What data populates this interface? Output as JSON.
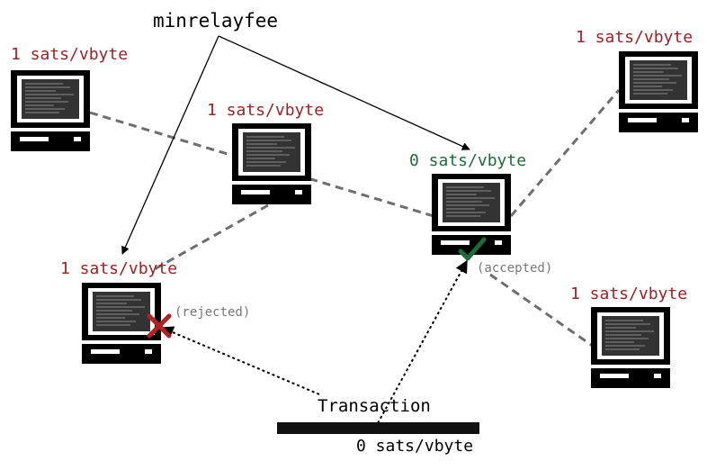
{
  "title": "minrelayfee",
  "transaction": {
    "label": "Transaction",
    "fee": "0 sats/vbyte"
  },
  "nodes": {
    "top_left": {
      "fee": "1 sats/vbyte"
    },
    "middle": {
      "fee": "1 sats/vbyte"
    },
    "top_right": {
      "fee": "1 sats/vbyte"
    },
    "center_right": {
      "fee": "0 sats/vbyte",
      "status": "(accepted)"
    },
    "left": {
      "fee": "1 sats/vbyte",
      "status": "(rejected)"
    },
    "bottom_right": {
      "fee": "1 sats/vbyte"
    }
  },
  "icons": {
    "computer": "computer-icon",
    "accepted": "checkmark-icon",
    "rejected": "x-icon"
  },
  "colors": {
    "fee_default": "#9b2226",
    "fee_zero": "#1e6b3a",
    "reject": "#b22222",
    "accept": "#1e6b3a",
    "status_text": "#777777",
    "connection": "#6e6e6e"
  }
}
